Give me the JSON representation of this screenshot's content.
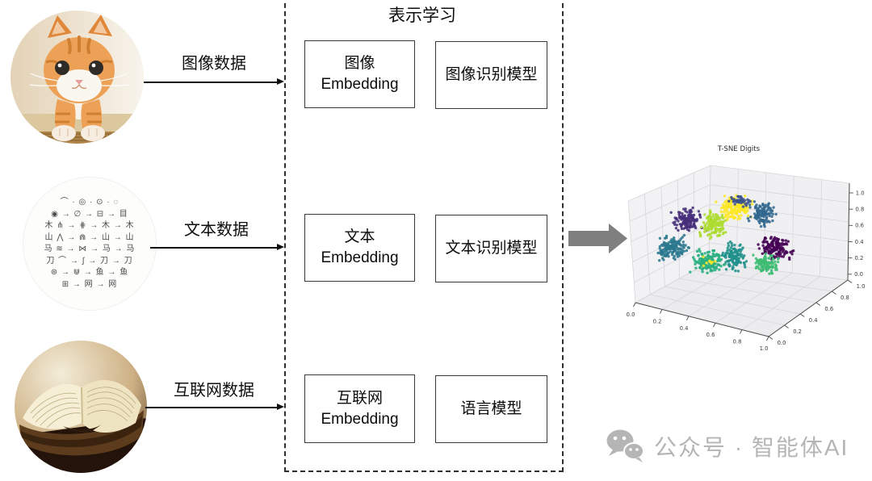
{
  "representation_box": {
    "title": "表示学习",
    "rows": [
      {
        "embedding_line1": "图像",
        "embedding_line2": "Embedding",
        "model": "图像识别模型"
      },
      {
        "embedding_line1": "文本",
        "embedding_line2": "Embedding",
        "model": "文本识别模型"
      },
      {
        "embedding_line1": "互联网",
        "embedding_line2": "Embedding",
        "model": "语言模型"
      }
    ]
  },
  "sources": [
    {
      "label": "图像数据",
      "image": "cat-photo"
    },
    {
      "label": "文本数据",
      "image": "chinese-script-evolution-chart"
    },
    {
      "label": "互联网数据",
      "image": "old-open-book-photo"
    }
  ],
  "script_circle": {
    "rows": [
      "⌒ · ◎ · ⊙ · ◌",
      "◉ → ∅ → ⊟ → 目",
      "木  ⋔ → ⋕ → 木 → 木",
      "山  ⋀ → ⋒ → 山 → 山",
      "马  ≋ → ⋈ → 马 → 马",
      "刀  ⌒ → ∫ → 刀 → 刀",
      "⊛ → ⋓ → 鱼 → 鱼",
      "⊞ → 网 → 网"
    ]
  },
  "big_arrow": {
    "color": "#7f7f7f"
  },
  "watermark": {
    "text": "公众号 · 智能体AI",
    "color": "#b5b5b5",
    "icon": "wechat-icon"
  },
  "chart_data": {
    "type": "scatter",
    "projection": "3d",
    "title": "T-SNE Digits",
    "xlabel": "",
    "ylabel": "",
    "zlabel": "",
    "xlim": [
      0,
      1
    ],
    "ylim": [
      0,
      1
    ],
    "zlim": [
      0,
      1
    ],
    "x_ticks": [
      "0.0",
      "0.2",
      "0.4",
      "0.6",
      "0.8",
      "1.0"
    ],
    "y_ticks": [
      "0.0",
      "0.2",
      "0.4",
      "0.6",
      "0.8",
      "1.0"
    ],
    "z_ticks": [
      "0.0",
      "0.2",
      "0.4",
      "0.6",
      "0.8",
      "1.0"
    ],
    "grid": true,
    "colormap": "viridis",
    "clusters": [
      {
        "color": "#472d7b",
        "cx": 87,
        "cy": 97,
        "sx": 14,
        "sy": 11,
        "n": 130
      },
      {
        "color": "#fde725",
        "cx": 145,
        "cy": 83,
        "sx": 16,
        "sy": 11,
        "n": 150
      },
      {
        "color": "#3b528b",
        "cx": 152,
        "cy": 74,
        "sx": 9,
        "sy": 5,
        "n": 40
      },
      {
        "color": "#31688e",
        "cx": 179,
        "cy": 90,
        "sx": 13,
        "sy": 11,
        "n": 120
      },
      {
        "color": "#addc30",
        "cx": 119,
        "cy": 103,
        "sx": 13,
        "sy": 13,
        "n": 140
      },
      {
        "color": "#2a788e",
        "cx": 66,
        "cy": 133,
        "sx": 15,
        "sy": 12,
        "n": 150
      },
      {
        "color": "#28ae80",
        "cx": 111,
        "cy": 149,
        "sx": 15,
        "sy": 11,
        "n": 140
      },
      {
        "color": "#21918c",
        "cx": 145,
        "cy": 143,
        "sx": 11,
        "sy": 15,
        "n": 120
      },
      {
        "color": "#440154",
        "cx": 196,
        "cy": 132,
        "sx": 14,
        "sy": 12,
        "n": 150
      },
      {
        "color": "#3fbc73",
        "cx": 184,
        "cy": 153,
        "sx": 11,
        "sy": 10,
        "n": 110
      },
      {
        "color": "#fde725",
        "cx": 112,
        "cy": 152,
        "sx": 12,
        "sy": 7,
        "n": 8
      }
    ]
  }
}
